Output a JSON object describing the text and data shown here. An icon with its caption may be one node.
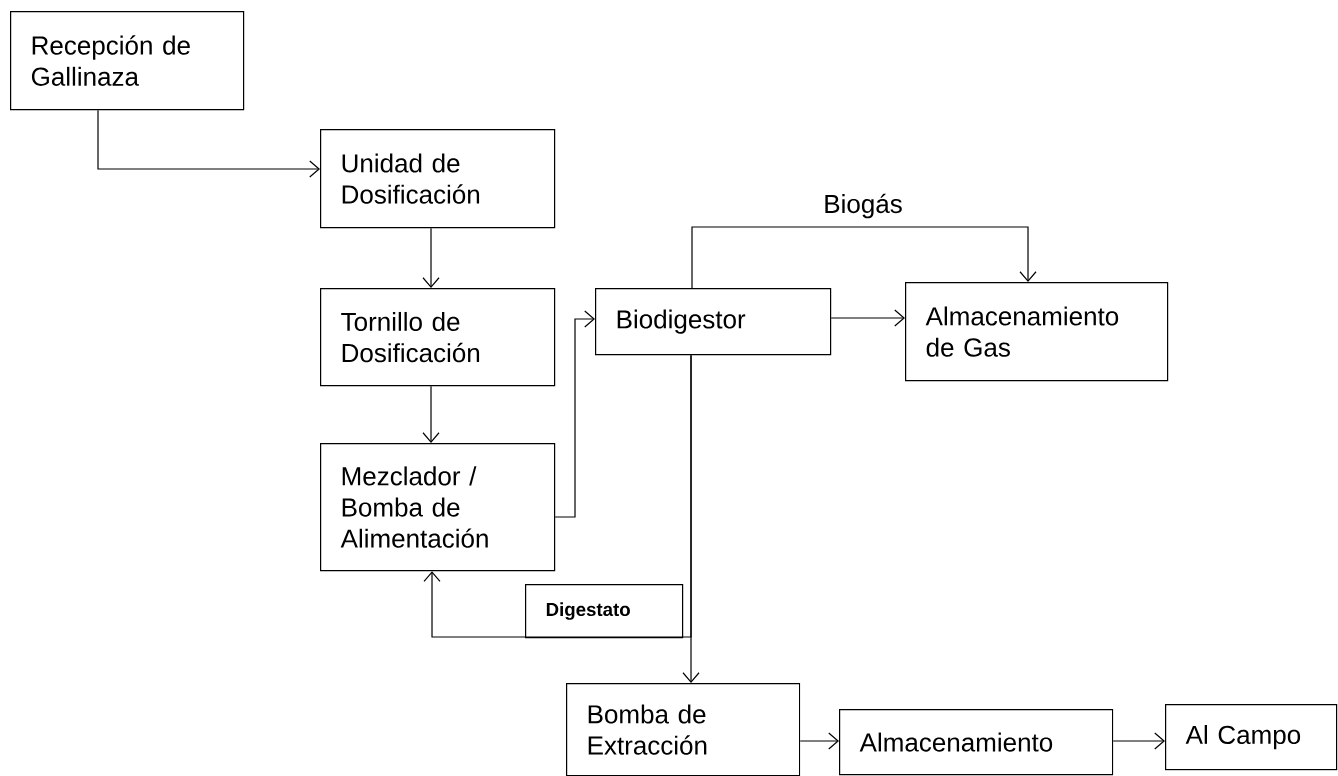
{
  "diagram": {
    "nodes": [
      {
        "text": [
          "Recepción de Gallinaza"
        ]
      },
      {
        "text": [
          "Unidad de Dosificación"
        ]
      },
      {
        "text": [
          "Tornillo de Dosificación"
        ]
      },
      {
        "text": [
          "Mezclador / Bomba de Alimentación"
        ]
      },
      {
        "text": [
          "Biodigestor"
        ]
      },
      {
        "text": [
          "Almacenamiento de Gas"
        ]
      },
      {
        "text": [
          "Digestato"
        ]
      },
      {
        "text": [
          "Bomba de Extracción"
        ]
      },
      {
        "text": [
          "Almacenamiento"
        ]
      },
      {
        "text": [
          "Al Campo"
        ]
      }
    ],
    "edges": [
      {
        "from": 0,
        "to": 1,
        "arrow": "to"
      },
      {
        "from": 1,
        "to": 2,
        "arrow": "to"
      },
      {
        "from": 2,
        "to": 3,
        "arrow": "to"
      },
      {
        "from": 3,
        "to": 4,
        "arrow": "to"
      },
      {
        "from": 4,
        "to": 5,
        "arrow": "to",
        "label": "Biogás"
      },
      {
        "from": 4,
        "to": 5,
        "arrow": "to"
      },
      {
        "from": 4,
        "to": 7,
        "arrow": "to"
      },
      {
        "from": 4,
        "to": 3,
        "arrow": "to"
      },
      {
        "from": 7,
        "to": 8,
        "arrow": "to"
      },
      {
        "from": 8,
        "to": 9,
        "arrow": "to"
      }
    ]
  }
}
